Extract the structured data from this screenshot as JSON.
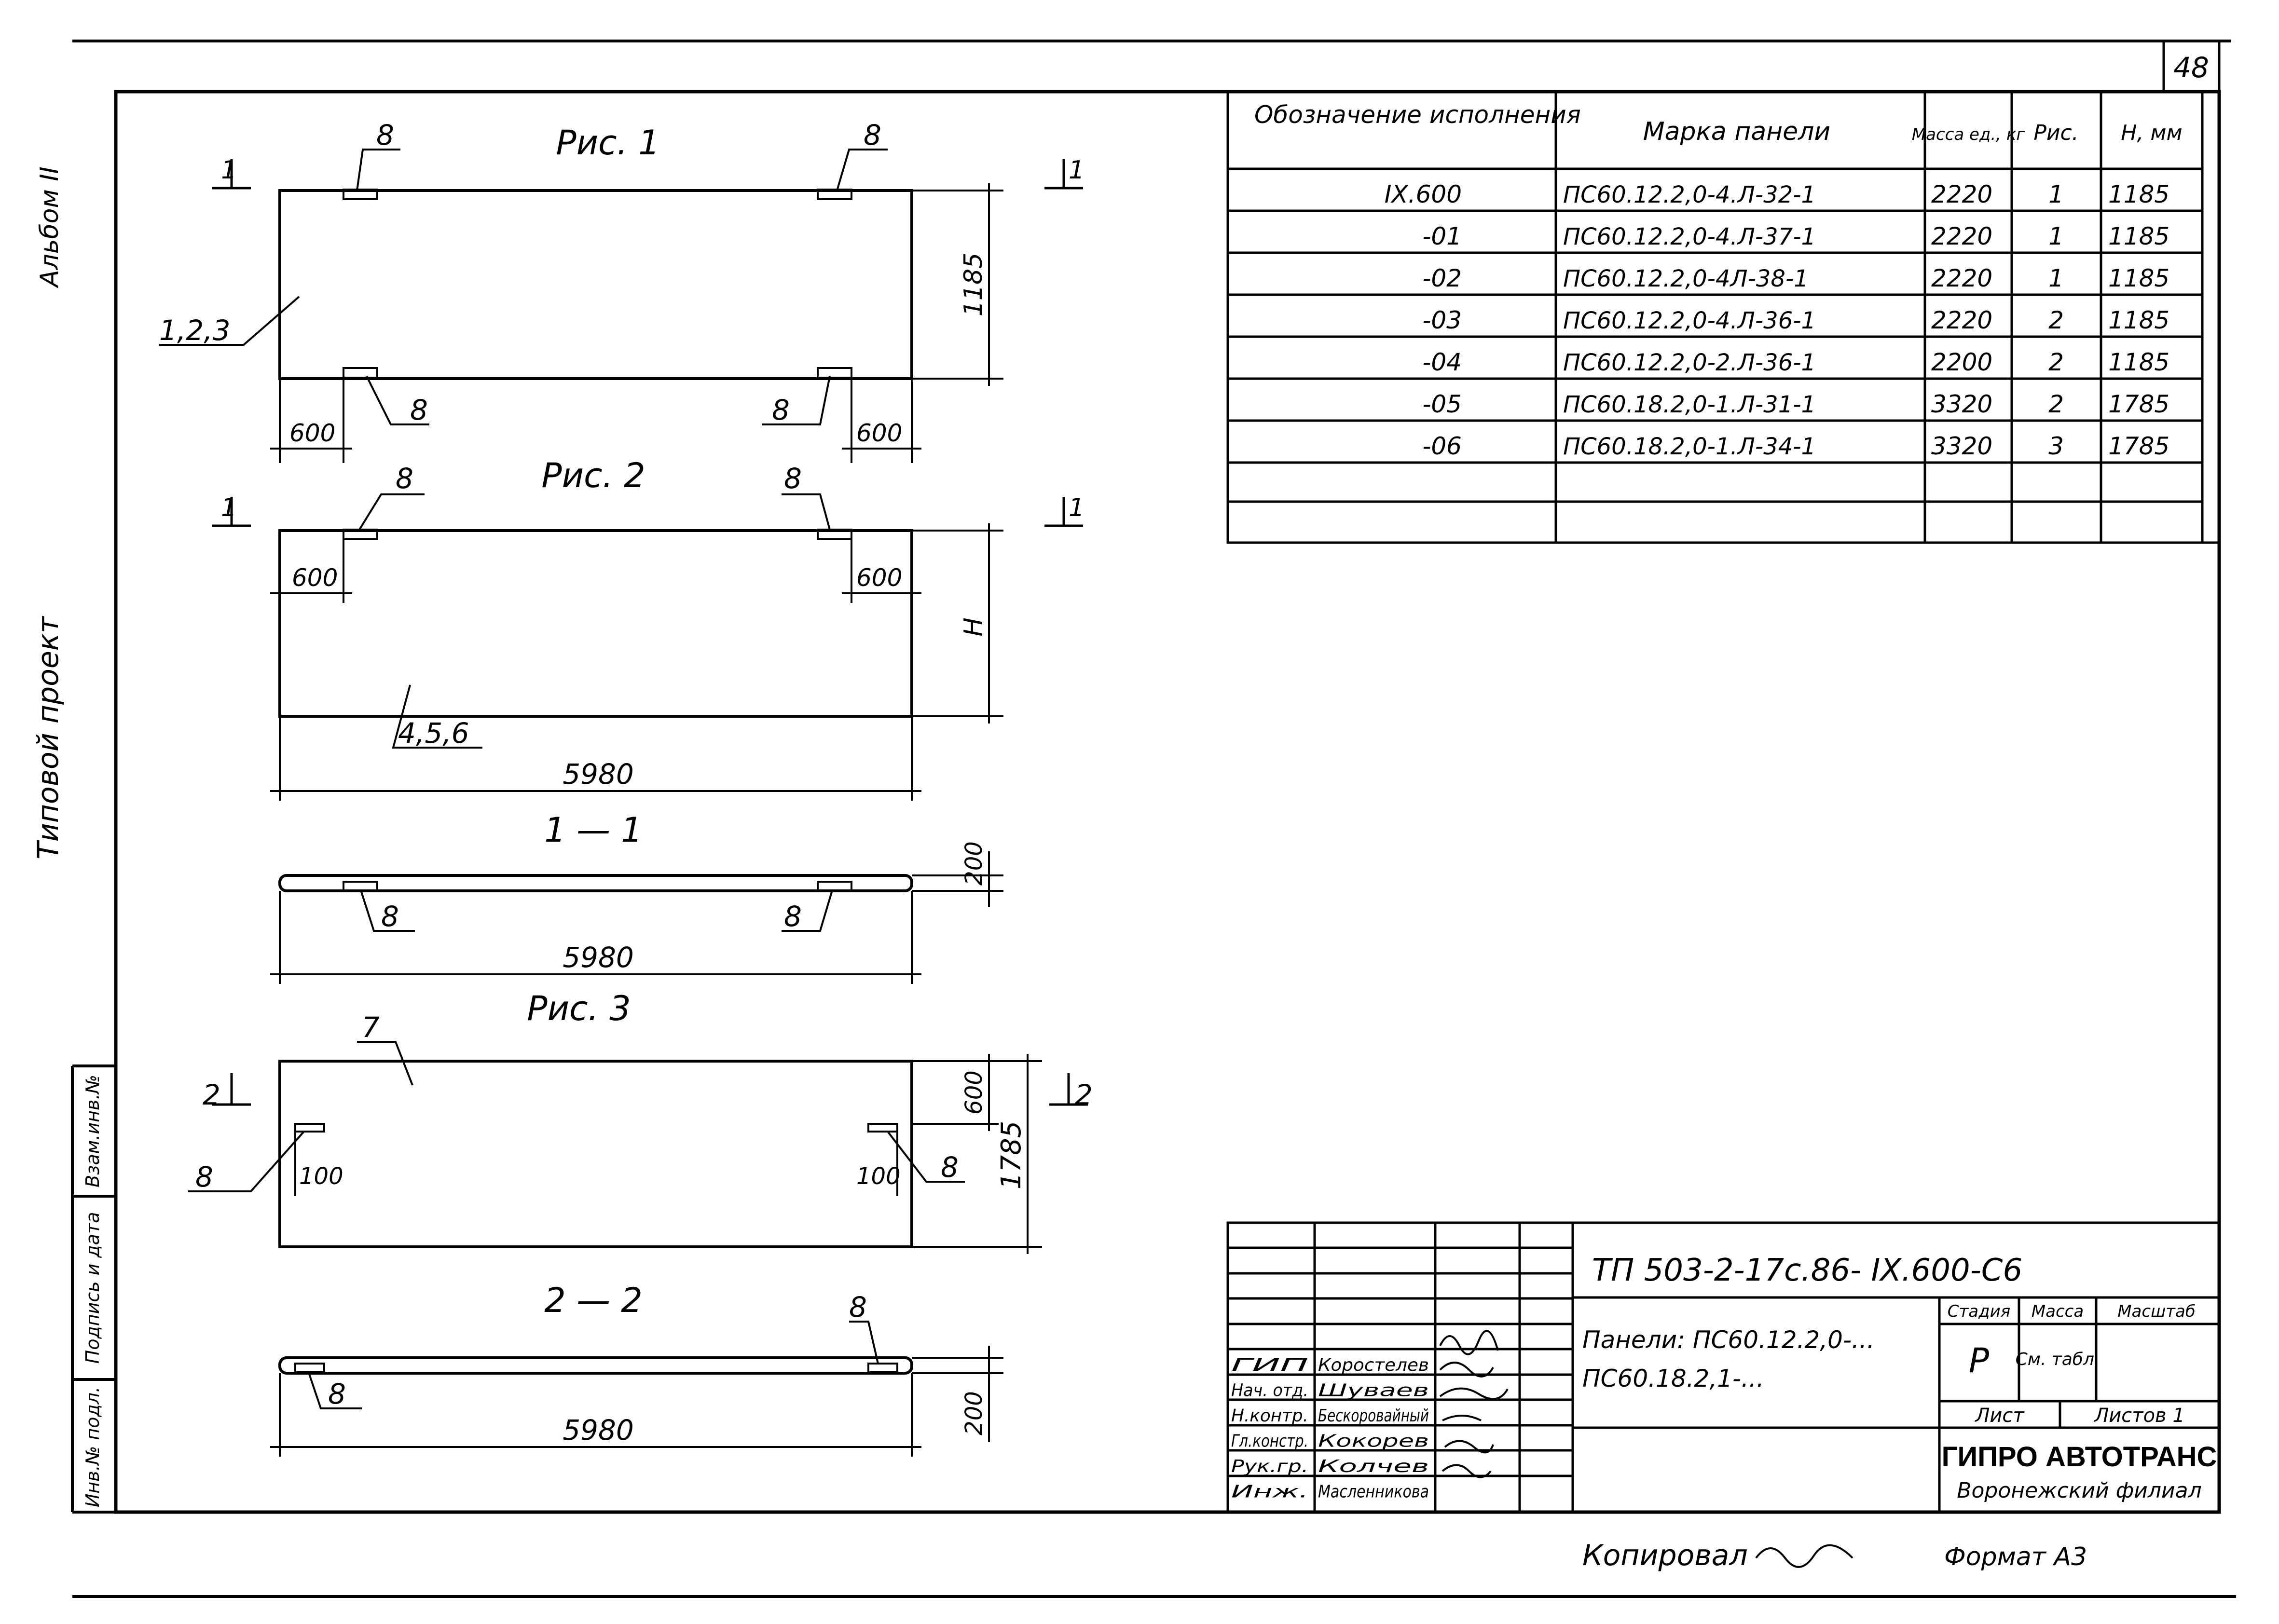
{
  "sheet": {
    "page_number": "48",
    "side_labels": [
      "Альбом II",
      "Типовой проект"
    ],
    "side_stamp": [
      "Инв.№ подл.",
      "Подпись и дата",
      "Взам.инв.№"
    ]
  },
  "figures": {
    "fig1": "Рис. 1",
    "fig2": "Рис. 2",
    "fig3": "Рис. 3",
    "section11": "1 — 1",
    "section22": "2 — 2"
  },
  "dims": {
    "d1185": "1185",
    "d600": "600",
    "dH": "H",
    "d5980": "5980",
    "d200": "200",
    "d1785": "1785",
    "d100": "100"
  },
  "callouts": {
    "c8": "8",
    "c123": "1,2,3",
    "c456": "4,5,6",
    "c7": "7",
    "cut1": "1",
    "cut2": "2"
  },
  "spec_table": {
    "headers": [
      "Обозначение исполнения",
      "Марка панели",
      "Масса ед., кг",
      "Рис.",
      "Н, мм"
    ],
    "rows": [
      [
        "IX.600",
        "ПС60.12.2,0-4.Л-32-1",
        "2220",
        "1",
        "1185"
      ],
      [
        "-01",
        "ПС60.12.2,0-4.Л-37-1",
        "2220",
        "1",
        "1185"
      ],
      [
        "-02",
        "ПС60.12.2,0-4Л-38-1",
        "2220",
        "1",
        "1185"
      ],
      [
        "-03",
        "ПС60.12.2,0-4.Л-36-1",
        "2220",
        "2",
        "1185"
      ],
      [
        "-04",
        "ПС60.12.2,0-2.Л-36-1",
        "2200",
        "2",
        "1185"
      ],
      [
        "-05",
        "ПС60.18.2,0-1.Л-31-1",
        "3320",
        "2",
        "1785"
      ],
      [
        "-06",
        "ПС60.18.2,0-1.Л-34-1",
        "3320",
        "3",
        "1785"
      ]
    ]
  },
  "title_block": {
    "code": "ТП   503-2-17с.86-   IX.600-С6",
    "name_line1": "Панели:  ПС60.12.2,0-...",
    "name_line2": "ПС60.18.2,1-...",
    "stage_label": "Стадия",
    "mass_label": "Масса",
    "scale_label": "Масштаб",
    "stage_value": "Р",
    "mass_value": "См. табл.",
    "sheet_label": "Лист",
    "sheets_label": "Листов 1",
    "org_line1": "ГИПРО АВТОТРАНС",
    "org_line2": "Воронежский филиал",
    "staff": [
      {
        "role": "ГИП",
        "name": "Коростелев"
      },
      {
        "role": "Нач. отд.",
        "name": "Шуваев"
      },
      {
        "role": "Н.контр.",
        "name": "Бескоровайный"
      },
      {
        "role": "Гл.констр.",
        "name": "Кокорев"
      },
      {
        "role": "Рук.гр.",
        "name": "Колчев"
      },
      {
        "role": "Инж.",
        "name": "Масленникова"
      }
    ]
  },
  "footer": {
    "copied": "Копировал",
    "format": "Формат А3"
  }
}
